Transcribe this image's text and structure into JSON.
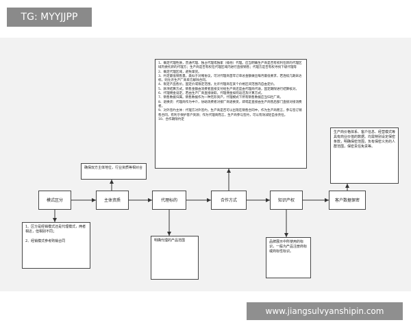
{
  "tag": "TG: MYYJJPP",
  "watermark": "www.jiangsulvyanshipin.com",
  "nodes": {
    "mode": "模式区分",
    "subject": "主体资质",
    "target": "代理标的",
    "coop": "合作方式",
    "ip": "知识产权",
    "data": "客户数据保密"
  },
  "notes": {
    "subject_top": "确保双方主体地位，行业资质等相对合",
    "coop_top": "1、确定代理性质，普通代理、独占代理或独家（排他）代理。应当明确生产商是否有权利在新的代理区域内委托新的代理方；生产商是否有权在代理区域内进行直接销售；代理方是否有权寻找下级代理等\n2、确定代理区域，避免窜货。\n3、约定最低销售量。类似于对赌协议，可对代理商首年订单总金额做出每月最低要求，若连续几期未达标，则允许生产厂商单方解除合同。\n4、限定产品售价。固定价或限定范围，允许代理商在某个价格区间范围内自由定价。\n5、款项结算方式。销售金额由消费者直接支付给生产商还是由代理商代收，固定期限进行结算核对。\n6、代理佣金设定。若由生产厂商直接收取，代理佣金如何返还及计算方式。\n7、销售数据归属。销售数据作为一种无形资产，代理模式下所有销售数据应当归社厂商。\n8、退换货：代理商作为中介，协助消费者对接厂商退换货，即或是直接由生产商售后部门直接对接消费者。\n9、对外签约主体：代理方对外签约，生产商是否可以出现在销售合同中，作为生产商而言，参与签订销售合同，有利于保护客户资源；作为代理商而言，生产商参与签约，可以有效减轻自身责任。\n10、合作期限约定",
    "data_top": "生产商价格体系、客户信息、经营模式等具有商业价值的数据。均需特别设定保密条款，明确保密范围，负有保密义务的人群范围，保密责任免责等。",
    "mode_bottom": "1、区分是经销模式还是代理模式，两者相近，但相别不同；\n\n2、经销模式参考购销合同",
    "target_bottom": "明确代理的产品范围",
    "ip_bottom": "品牌展示中所使用的标识，一般为产品注册商标或商标性标识。"
  }
}
